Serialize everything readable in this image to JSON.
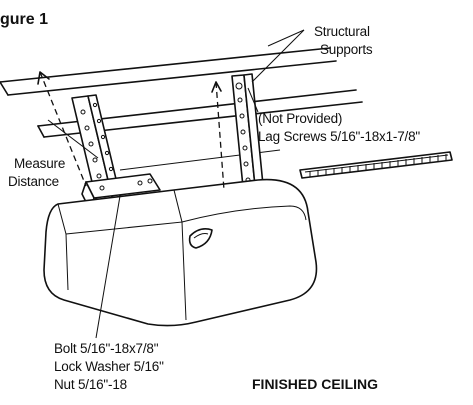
{
  "figure": {
    "title": "gure 1",
    "labels": {
      "structural_line1": "Structural",
      "structural_line2": "Supports",
      "not_provided": "(Not Provided)",
      "lag_screws": "Lag Screws 5/16\"-18x1-7/8\"",
      "measure_line1": "Measure",
      "measure_line2": "Distance",
      "bolt": "Bolt 5/16\"-18x7/8\"",
      "lock_washer": "Lock Washer 5/16\"",
      "nut": "Nut 5/16\"-18",
      "finished_ceiling": "FINISHED CEILING"
    }
  }
}
